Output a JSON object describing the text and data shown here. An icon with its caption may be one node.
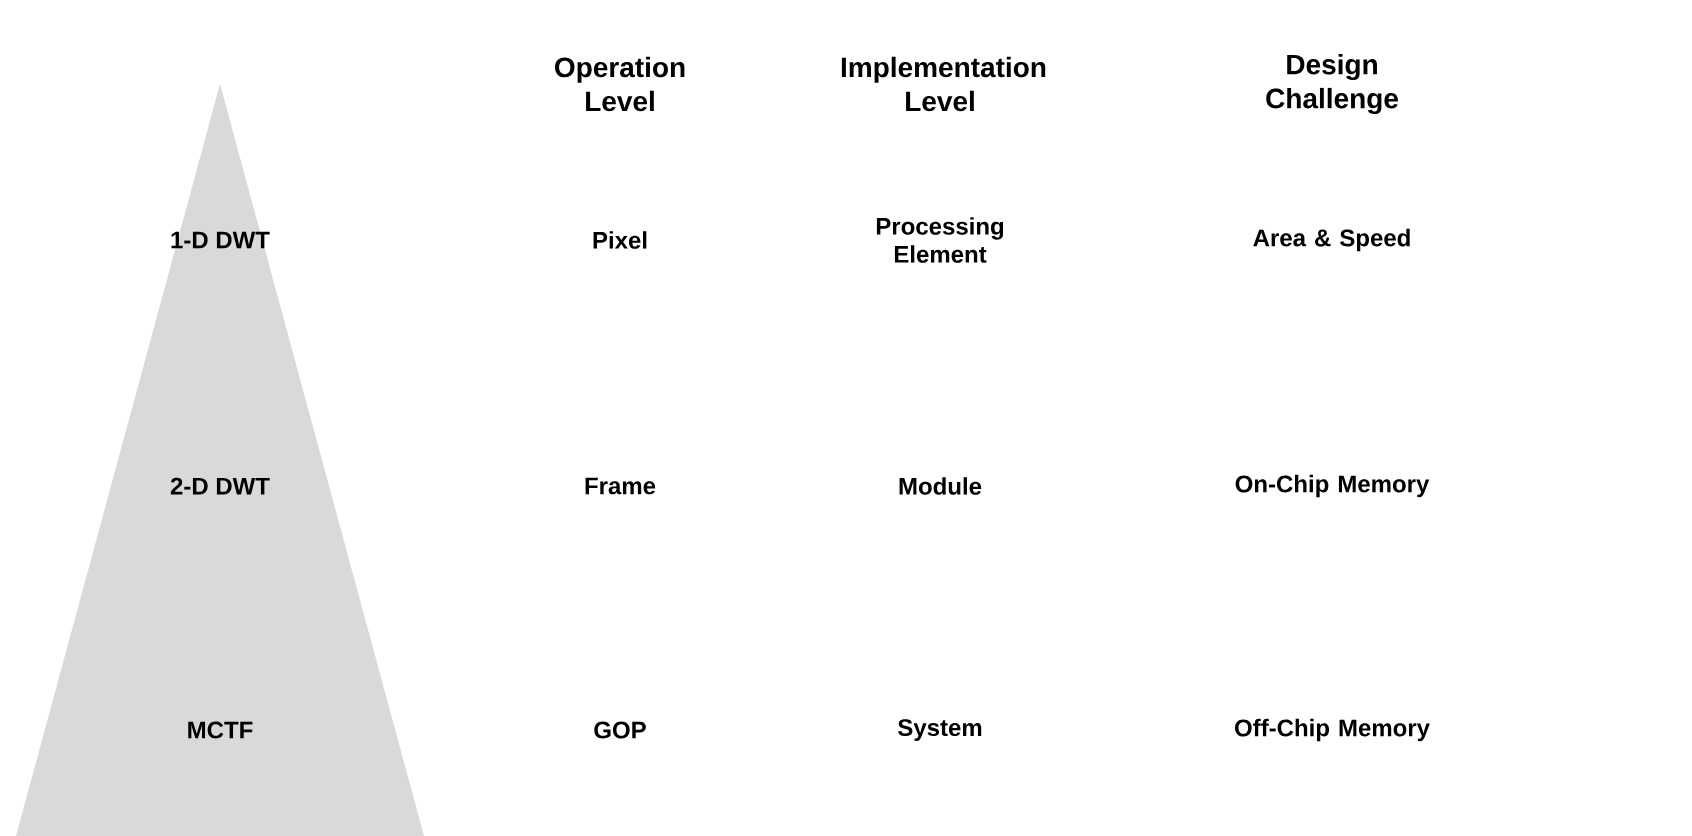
{
  "diagram": {
    "nodes": [
      {
        "text": [
          "1-D DWT",
          "2-D DWT",
          "MCTF"
        ]
      }
    ],
    "labels": [
      "Operation Level",
      "Implementation Level",
      "Design Challenge",
      "Pixel",
      "Processing Element",
      "Area & Speed",
      "Frame",
      "Module",
      "On-Chip Memory",
      "GOP",
      "System",
      "Off-Chip Memory"
    ]
  }
}
